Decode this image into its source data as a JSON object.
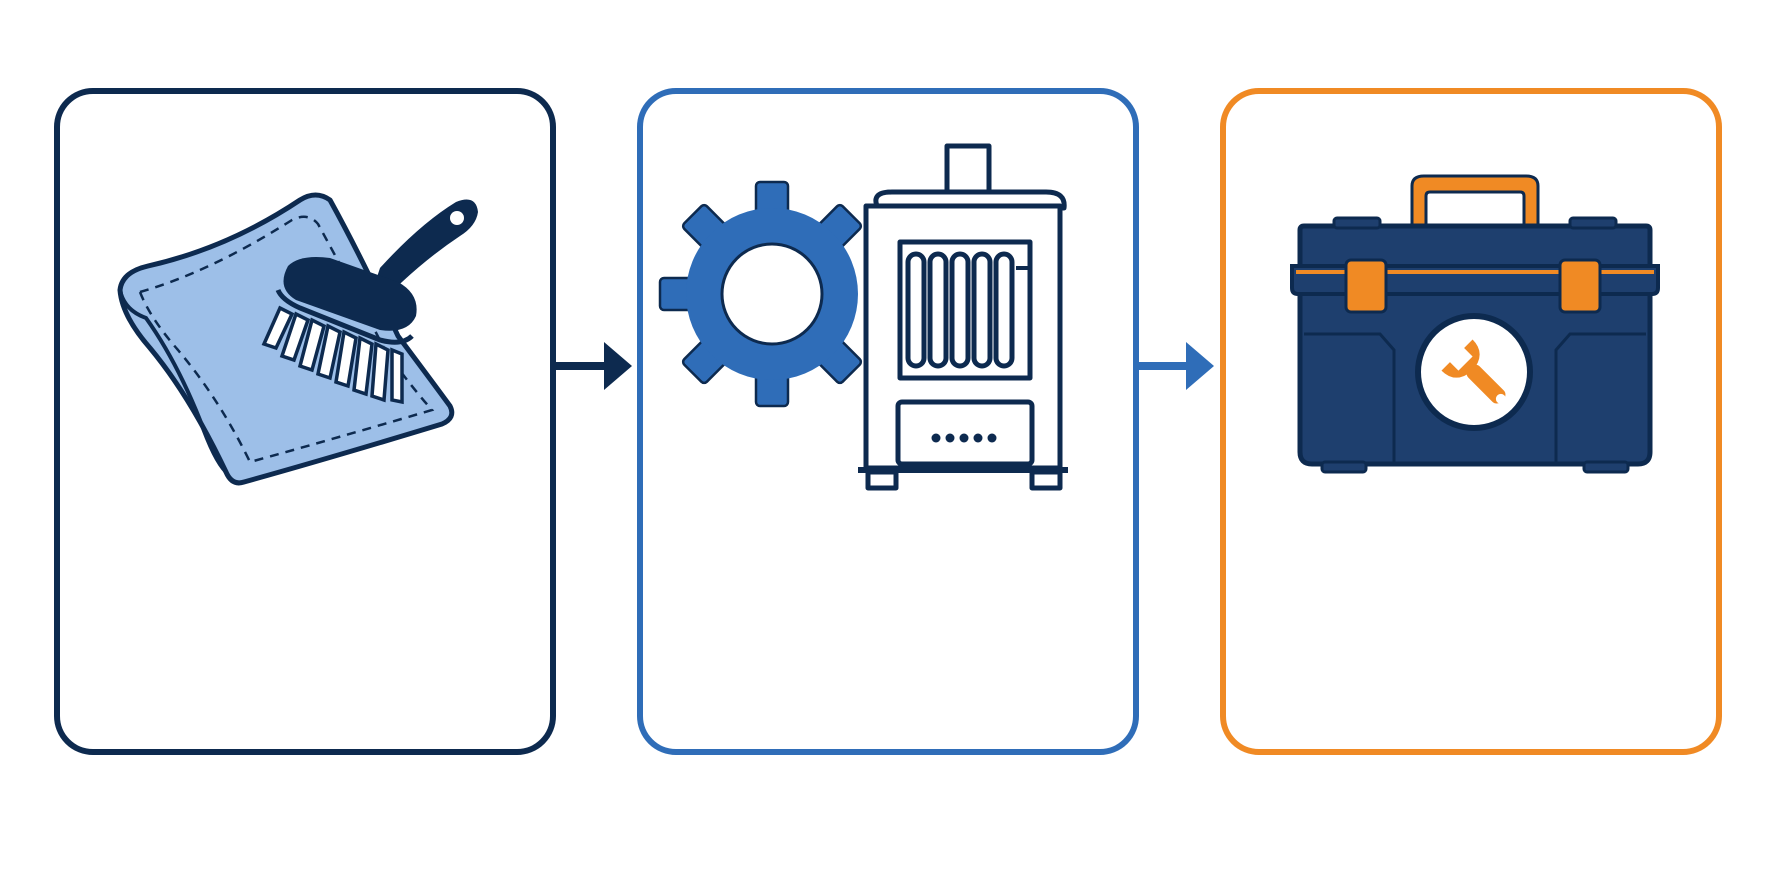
{
  "diagram": {
    "steps": [
      {
        "id": "clean",
        "icon": "cloth-and-brush-icon",
        "accent": "#0D2A4F"
      },
      {
        "id": "machine",
        "icon": "gear-and-radiator-machine-icon",
        "accent": "#2F6DB8"
      },
      {
        "id": "repair",
        "icon": "toolbox-wrench-icon",
        "accent": "#F08A24"
      }
    ],
    "connectors": [
      {
        "from": "clean",
        "to": "machine",
        "color": "#0D2A4F"
      },
      {
        "from": "machine",
        "to": "repair",
        "color": "#2F6DB8"
      }
    ],
    "colors": {
      "navy": "#0D2A4F",
      "blue": "#2F6DB8",
      "light_blue": "#9DBFE8",
      "orange": "#F08A24",
      "toolbox_body": "#1E3F6E",
      "white": "#FFFFFF"
    }
  }
}
